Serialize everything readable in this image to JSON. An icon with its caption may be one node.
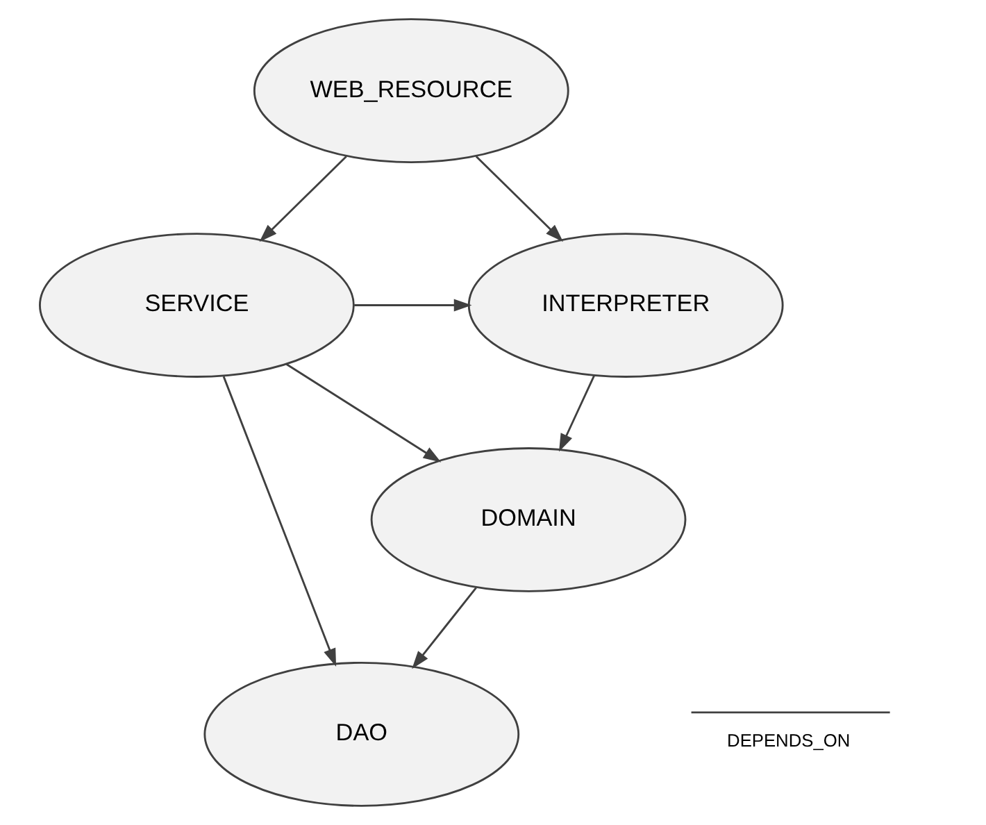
{
  "diagram": {
    "nodes": [
      {
        "text": [
          "WEB_RESOURCE"
        ]
      },
      {
        "text": [
          "SERVICE"
        ]
      },
      {
        "text": [
          "INTERPRETER"
        ]
      },
      {
        "text": [
          "DOMAIN"
        ]
      },
      {
        "text": [
          "DAO"
        ]
      }
    ],
    "edges": [
      {
        "from": 0,
        "to": 1,
        "arrow": "to"
      },
      {
        "from": 0,
        "to": 2,
        "arrow": "to"
      },
      {
        "from": 1,
        "to": 2,
        "arrow": "to"
      },
      {
        "from": 1,
        "to": 3,
        "arrow": "to"
      },
      {
        "from": 2,
        "to": 3,
        "arrow": "to"
      },
      {
        "from": 1,
        "to": 4,
        "arrow": "to"
      },
      {
        "from": 3,
        "to": 4,
        "arrow": "to"
      }
    ],
    "legend": [
      {
        "text": "DEPENDS_ON"
      }
    ]
  }
}
